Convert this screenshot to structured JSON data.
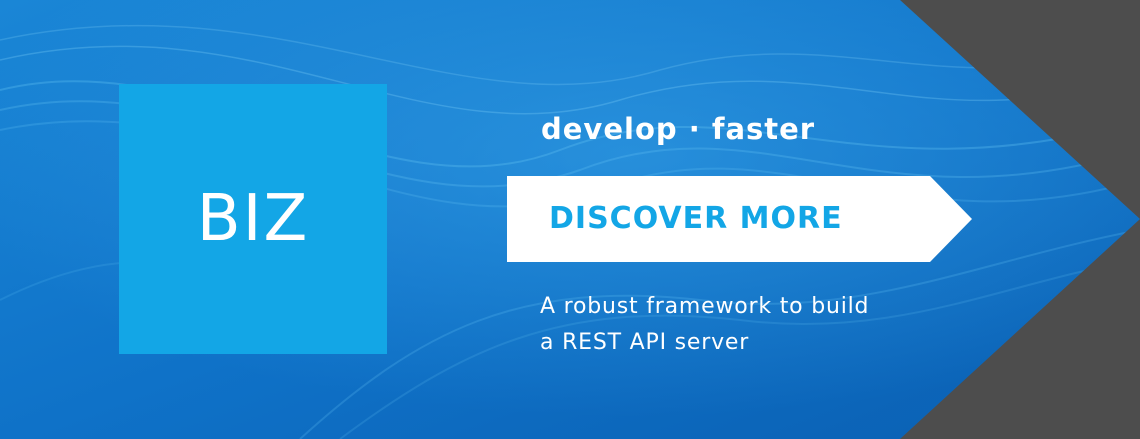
{
  "banner": {
    "logo_text": "BIZ",
    "tagline": "develop · faster",
    "cta_label": "DISCOVER MORE",
    "description_line1": "A robust framework to build",
    "description_line2": "a REST API server"
  },
  "colors": {
    "background_gray": "#4d4d4d",
    "primary_blue": "#0d6fc4",
    "accent_blue": "#13a6e6",
    "text_white": "#ffffff"
  }
}
